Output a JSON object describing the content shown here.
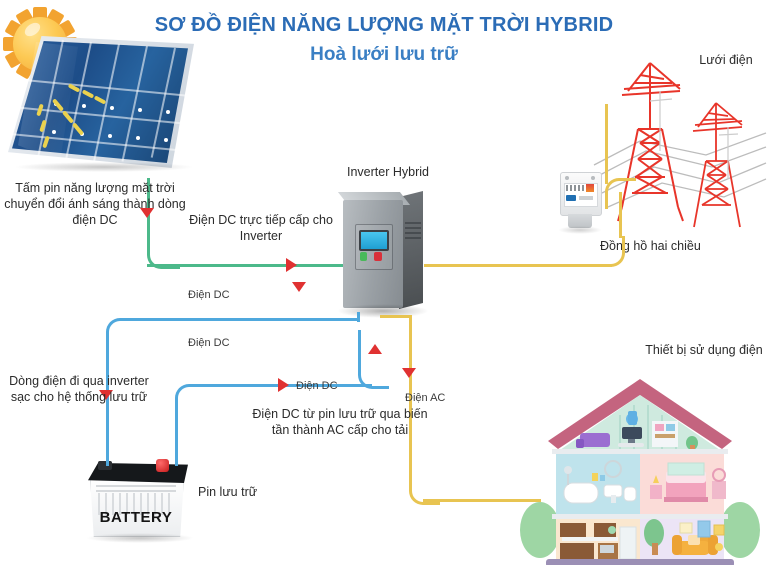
{
  "title": {
    "line1": "SƠ ĐỒ ĐIỆN NĂNG LƯỢNG MẶT TRỜI HYBRID",
    "line2": "Hoà lưới lưu trữ",
    "color": "#2b6cb6"
  },
  "labels": {
    "solar_panel": "Tấm pin năng lượng mặt trời chuyển đổi ánh sáng thành dòng điện DC",
    "dc_direct_to_inverter": "Điện DC trực tiếp cấp cho Inverter",
    "inverter": "Inverter Hybrid",
    "grid": "Lưới điện",
    "meter": "Đồng hồ hai chiều",
    "dc_1": "Điện DC",
    "dc_2": "Điện DC",
    "dc_3": "Điện DC",
    "ac": "Điện AC",
    "charge_battery": "Dòng điện đi qua inverter sạc cho hệ thống lưu trữ",
    "dc_from_battery": "Điện DC từ pin lưu trữ qua biến tần thành AC cấp cho tải",
    "battery": "Pin lưu trữ",
    "battery_text": "BATTERY",
    "load": "Thiết bị sử dụng điện"
  },
  "colors": {
    "dc_panel_line": "#4cb98a",
    "dc_battery_line": "#4fa8dd",
    "ac_line": "#e8c451",
    "arrow": "#e03131",
    "panel_blue": "#1d4d88",
    "sun": "#fdc953",
    "pylon_red": "#e8352a",
    "title_blue": "#2b6cb6"
  },
  "flow": {
    "nodes": [
      "Tấm pin mặt trời",
      "Inverter Hybrid",
      "Pin lưu trữ",
      "Đồng hồ hai chiều",
      "Lưới điện",
      "Thiết bị sử dụng điện"
    ],
    "edges": [
      {
        "from": "Tấm pin mặt trời",
        "to": "Inverter Hybrid",
        "label": "Điện DC trực tiếp cấp cho Inverter",
        "color": "#4cb98a"
      },
      {
        "from": "Inverter Hybrid",
        "to": "Pin lưu trữ",
        "label": "Điện DC",
        "color": "#4fa8dd"
      },
      {
        "from": "Pin lưu trữ",
        "to": "Inverter Hybrid",
        "label": "Điện DC",
        "color": "#4fa8dd"
      },
      {
        "from": "Inverter Hybrid",
        "to": "Đồng hồ hai chiều",
        "label": "",
        "color": "#e8c451"
      },
      {
        "from": "Đồng hồ hai chiều",
        "to": "Lưới điện",
        "label": "",
        "color": "#e8c451"
      },
      {
        "from": "Inverter Hybrid",
        "to": "Thiết bị sử dụng điện",
        "label": "Điện AC",
        "color": "#e8c451"
      }
    ]
  }
}
